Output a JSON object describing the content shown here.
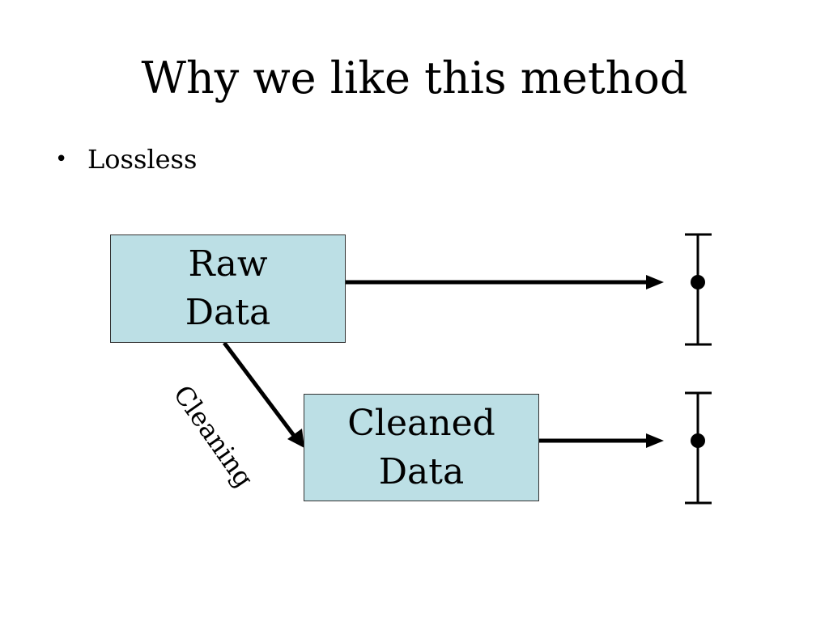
{
  "slide": {
    "title": "Why we like this method",
    "bullets": [
      "Lossless"
    ]
  },
  "diagram": {
    "nodes": {
      "raw": {
        "line1": "Raw",
        "line2": "Data"
      },
      "cleaned": {
        "line1": "Cleaned",
        "line2": "Data"
      }
    },
    "edges": {
      "cleaning_label": "Cleaning"
    },
    "colors": {
      "box_fill": "#bcdfe5",
      "box_border": "#333333",
      "line": "#000000"
    }
  }
}
